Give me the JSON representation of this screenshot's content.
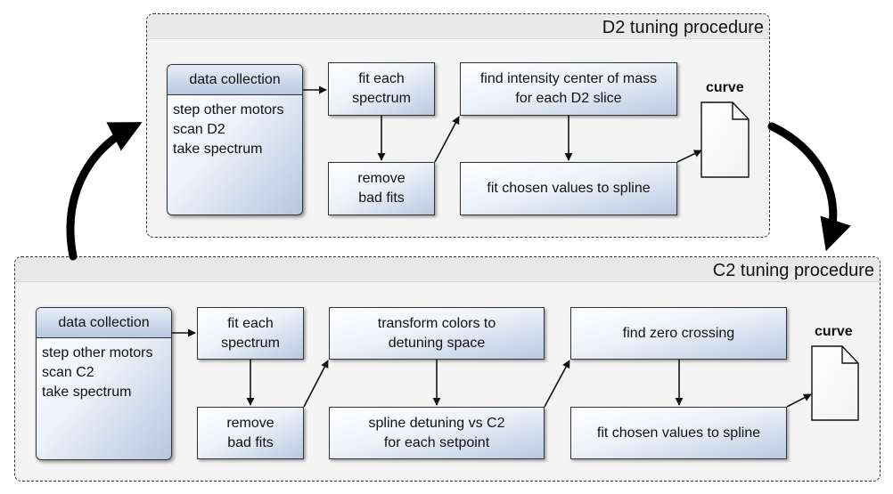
{
  "d2": {
    "title": "D2 tuning procedure",
    "data_collection": {
      "header": "data collection",
      "body": "step other motors\nscan D2\ntake spectrum"
    },
    "fit_each_spectrum": "fit each\nspectrum",
    "remove_bad_fits": "remove\nbad fits",
    "find_center": "find intensity center of mass\nfor each D2 slice",
    "fit_chosen": "fit chosen values to spline",
    "curve_label": "curve"
  },
  "c2": {
    "title": "C2 tuning procedure",
    "data_collection": {
      "header": "data collection",
      "body": "step other motors\nscan C2\ntake spectrum"
    },
    "fit_each_spectrum": "fit each\nspectrum",
    "remove_bad_fits": "remove\nbad fits",
    "transform_colors": "transform colors to\ndetuning space",
    "spline_detuning": "spline detuning vs C2\nfor each setpoint",
    "find_zero": "find zero crossing",
    "fit_chosen": "fit chosen values to spline",
    "curve_label": "curve"
  }
}
